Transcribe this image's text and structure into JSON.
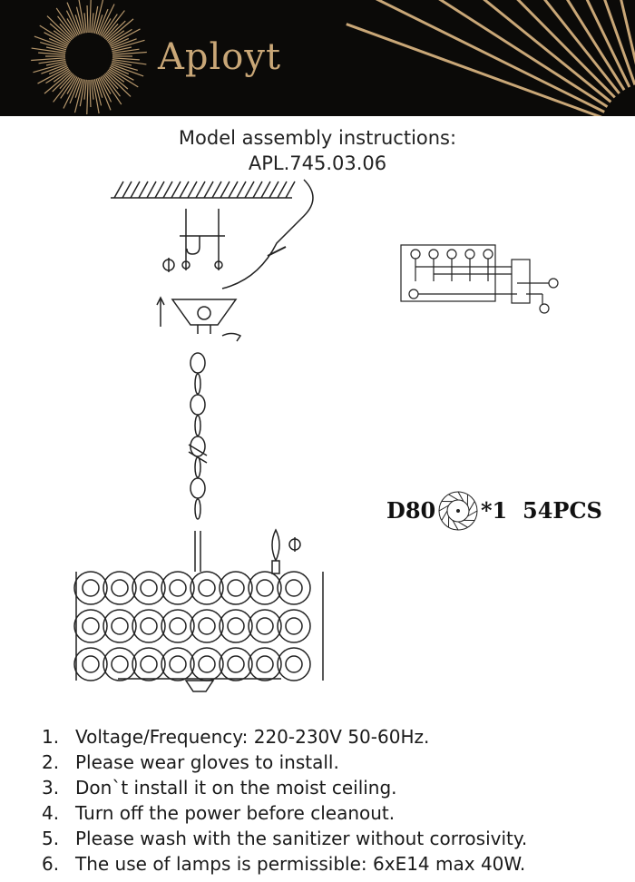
{
  "brand": {
    "name": "Aployt"
  },
  "document": {
    "title_line1": "Model assembly instructions:",
    "title_line2": "APL.745.03.06"
  },
  "spec": {
    "size_label": "D80",
    "multiplier": "*1",
    "count": "54PCS"
  },
  "instructions": [
    {
      "num": "1.",
      "text": "Voltage/Frequency: 220-230V 50-60Hz."
    },
    {
      "num": "2.",
      "text": "Please wear gloves to install."
    },
    {
      "num": "3.",
      "text": "Don`t install it on the moist ceiling."
    },
    {
      "num": "4.",
      "text": "Turn off the power before cleanout."
    },
    {
      "num": "5.",
      "text": "Please wash with the sanitizer without corrosivity."
    },
    {
      "num": "6.",
      "text": "The use of lamps is permissible: 6xE14 max 40W."
    }
  ],
  "colors": {
    "header_bg": "#0b0a08",
    "brand_gold": "#c9a777",
    "line": "#222222"
  },
  "icons": [
    "sunburst-logo-icon",
    "ceiling-hatch-icon",
    "crystal-icon",
    "wiring-diagram-icon"
  ]
}
